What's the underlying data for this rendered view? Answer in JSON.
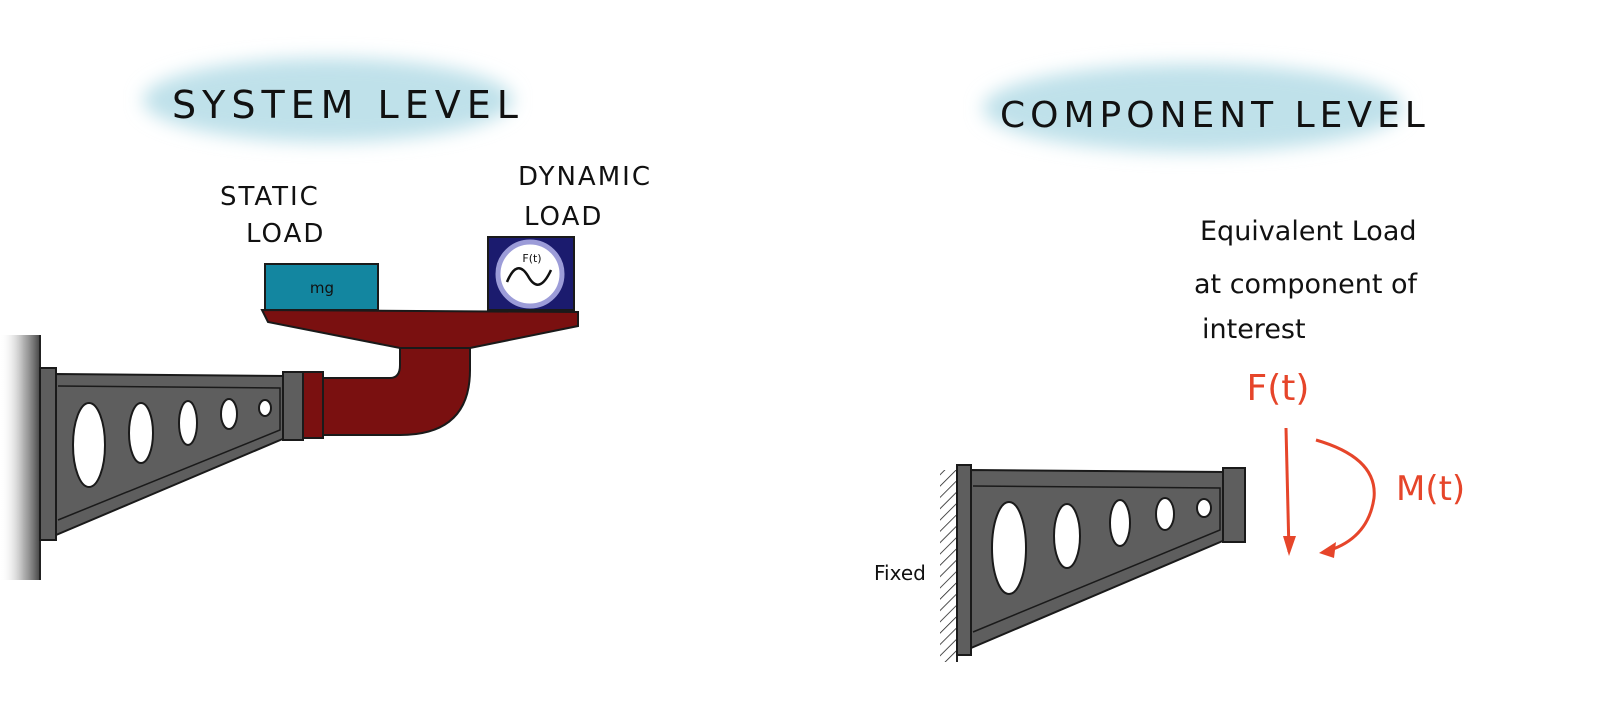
{
  "colors": {
    "cloud": "#bfe1ea",
    "bracket_fill": "#5e5e5e",
    "bracket_stroke": "#1a1a1a",
    "adapter_red": "#7a1010",
    "static_box": "#1386a0",
    "dynamic_box": "#1b1b6e",
    "load_red": "#e6452a"
  },
  "system_level": {
    "title": "SYSTEM LEVEL",
    "static_load_line1": "STATIC",
    "static_load_line2": "LOAD",
    "static_box_label": "mg",
    "dynamic_load_line1": "DYNAMIC",
    "dynamic_load_line2": "LOAD",
    "dynamic_box_label": "F(t)"
  },
  "component_level": {
    "title": "COMPONENT LEVEL",
    "note_line1": "Equivalent Load",
    "note_line2": "at component of",
    "note_line3": "interest",
    "force_label": "F(t)",
    "moment_label": "M(t)",
    "support_label": "Fixed"
  }
}
